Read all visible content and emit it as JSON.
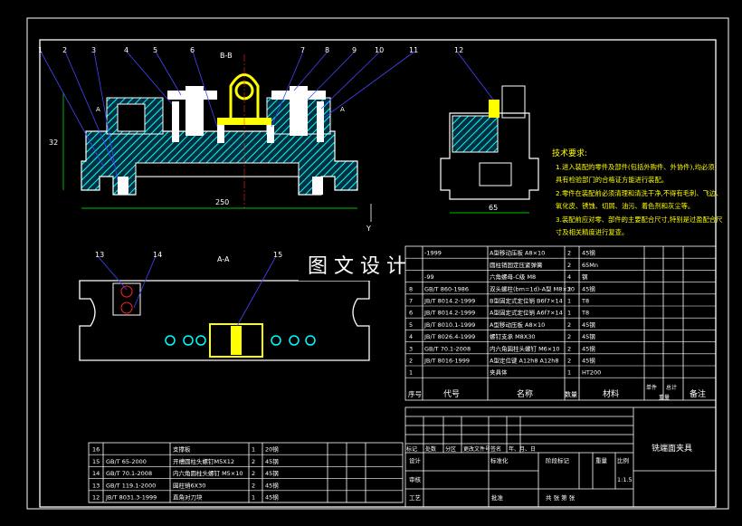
{
  "section_labels": {
    "top_view": "B-B",
    "section_aa": "A-A",
    "left_small": "A"
  },
  "balloons": [
    "1",
    "2",
    "3",
    "4",
    "5",
    "6",
    "7",
    "8",
    "9",
    "10",
    "11",
    "12",
    "13",
    "14",
    "15"
  ],
  "dims": {
    "overall_length": "250",
    "height": "32",
    "side_width": "65"
  },
  "tech_requirements": {
    "title": "技术要求:",
    "lines": [
      "1.进入装配的零件及部件(包括外购件、外协件),均必须",
      "具有检验部门的合格证方能进行装配。",
      "2.零件在装配前必须清理和清洗干净,不得有毛刺、飞边、",
      "氧化皮、锈蚀、切屑、油污、着色剂和灰尘等。",
      "3.装配前应对零、部件的主要配合尺寸,特别是过盈配合尺",
      "寸及相关精度进行复查。"
    ]
  },
  "watermark": "图 文 设 计",
  "bom_rows": [
    {
      "no": "",
      "code": "-1999",
      "name": "A型移动压板 A8×10",
      "qty": "2",
      "material": "45钢"
    },
    {
      "no": "",
      "code": "",
      "name": "圆柱销固定压紧弹簧",
      "qty": "2",
      "material": "65Mn"
    },
    {
      "no": "",
      "code": "-99",
      "name": "六角螺母-C级 M8",
      "qty": "4",
      "material": "钢"
    },
    {
      "no": "8",
      "code": "GB/T 860-1986",
      "name": "双头螺柱(bm=1d)-A型 M8×30",
      "qty": "2",
      "material": "45钢"
    },
    {
      "no": "7",
      "code": "JB/T 8014.2-1999",
      "name": "B型固定式定位销 B6f7×14",
      "qty": "1",
      "material": "T8"
    },
    {
      "no": "6",
      "code": "JB/T 8014.2-1999",
      "name": "A型固定式定位销 A6f7×14",
      "qty": "1",
      "material": "T8"
    },
    {
      "no": "5",
      "code": "JB/T 8010.1-1999",
      "name": "A型移动压板 A8×10",
      "qty": "2",
      "material": "45钢"
    },
    {
      "no": "4",
      "code": "JB/T 8026.4-1999",
      "name": "螺钉支承 M8X30",
      "qty": "2",
      "material": "45钢"
    },
    {
      "no": "3",
      "code": "GB/T 70.1-2008",
      "name": "内六角圆柱头螺钉 M6×10",
      "qty": "2",
      "material": "45钢"
    },
    {
      "no": "2",
      "code": "JB/T 8016-1999",
      "name": "A型定位键 A12h8 A12h8",
      "qty": "2",
      "material": "45钢"
    },
    {
      "no": "1",
      "code": "",
      "name": "夹具体",
      "qty": "1",
      "material": "HT200"
    }
  ],
  "bom_header": {
    "no": "序号",
    "code": "代号",
    "name": "名称",
    "qty": "数量",
    "material": "材料",
    "unit": "单件",
    "total": "总计",
    "weight": "重量",
    "remark": "备注"
  },
  "bom_lower_rows": [
    {
      "no": "16",
      "code": "",
      "name": "支撑板",
      "qty": "1",
      "material": "20钢"
    },
    {
      "no": "15",
      "code": "GB/T 65-2000",
      "name": "开槽圆柱头螺钉M5X12",
      "qty": "2",
      "material": "45钢"
    },
    {
      "no": "14",
      "code": "GB/T 70.1-2008",
      "name": "内六角圆柱头螺钉 M5×10",
      "qty": "2",
      "material": "45钢"
    },
    {
      "no": "13",
      "code": "GB/T 119.1-2000",
      "name": "圆柱销6X30",
      "qty": "2",
      "material": "45钢"
    },
    {
      "no": "12",
      "code": "JB/T 8031.3-1999",
      "name": "直角对刀块",
      "qty": "1",
      "material": "45钢"
    }
  ],
  "title_block": {
    "drawing_title": "铣端面夹具",
    "labels": [
      "标记",
      "处数",
      "分区",
      "更改文件号",
      "签名",
      "年、月、日"
    ],
    "design": "设计",
    "standardization": "标准化",
    "stage_mark": "阶段标记",
    "weight": "重量",
    "scale": "比例",
    "scale_value": "1:1.5",
    "review": "审核",
    "process": "工艺",
    "approve": "批准",
    "sheets": "共  张  第  张"
  },
  "colors": {
    "yellow": "#ffff00",
    "cyan": "#00ffff",
    "green": "#00ff00",
    "white": "#ffffff",
    "blue": "#4040ff",
    "red": "#ff2020"
  }
}
